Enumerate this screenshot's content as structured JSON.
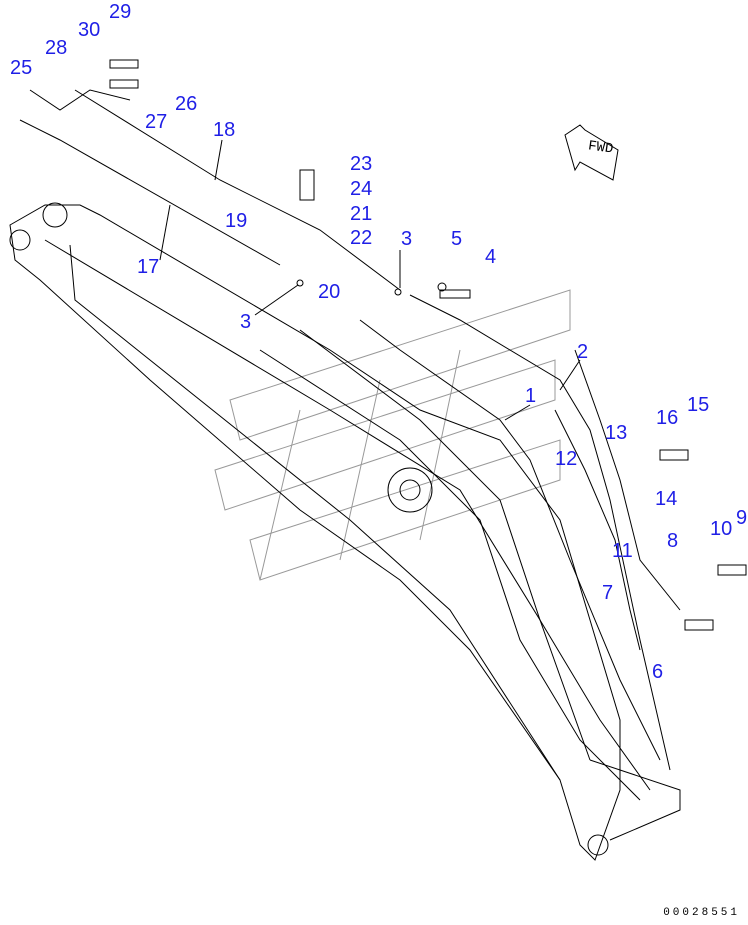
{
  "diagram": {
    "callouts": [
      "29",
      "30",
      "28",
      "25",
      "26",
      "27",
      "18",
      "23",
      "24",
      "21",
      "22",
      "3",
      "5",
      "4",
      "19",
      "17",
      "20",
      "3",
      "2",
      "1",
      "15",
      "16",
      "13",
      "12",
      "14",
      "11",
      "9",
      "10",
      "8",
      "7",
      "6"
    ],
    "fwd_label": "FWD",
    "drawing_code": "00028551",
    "colors": {
      "callout": "#1f1fe6",
      "line": "#000000"
    }
  }
}
